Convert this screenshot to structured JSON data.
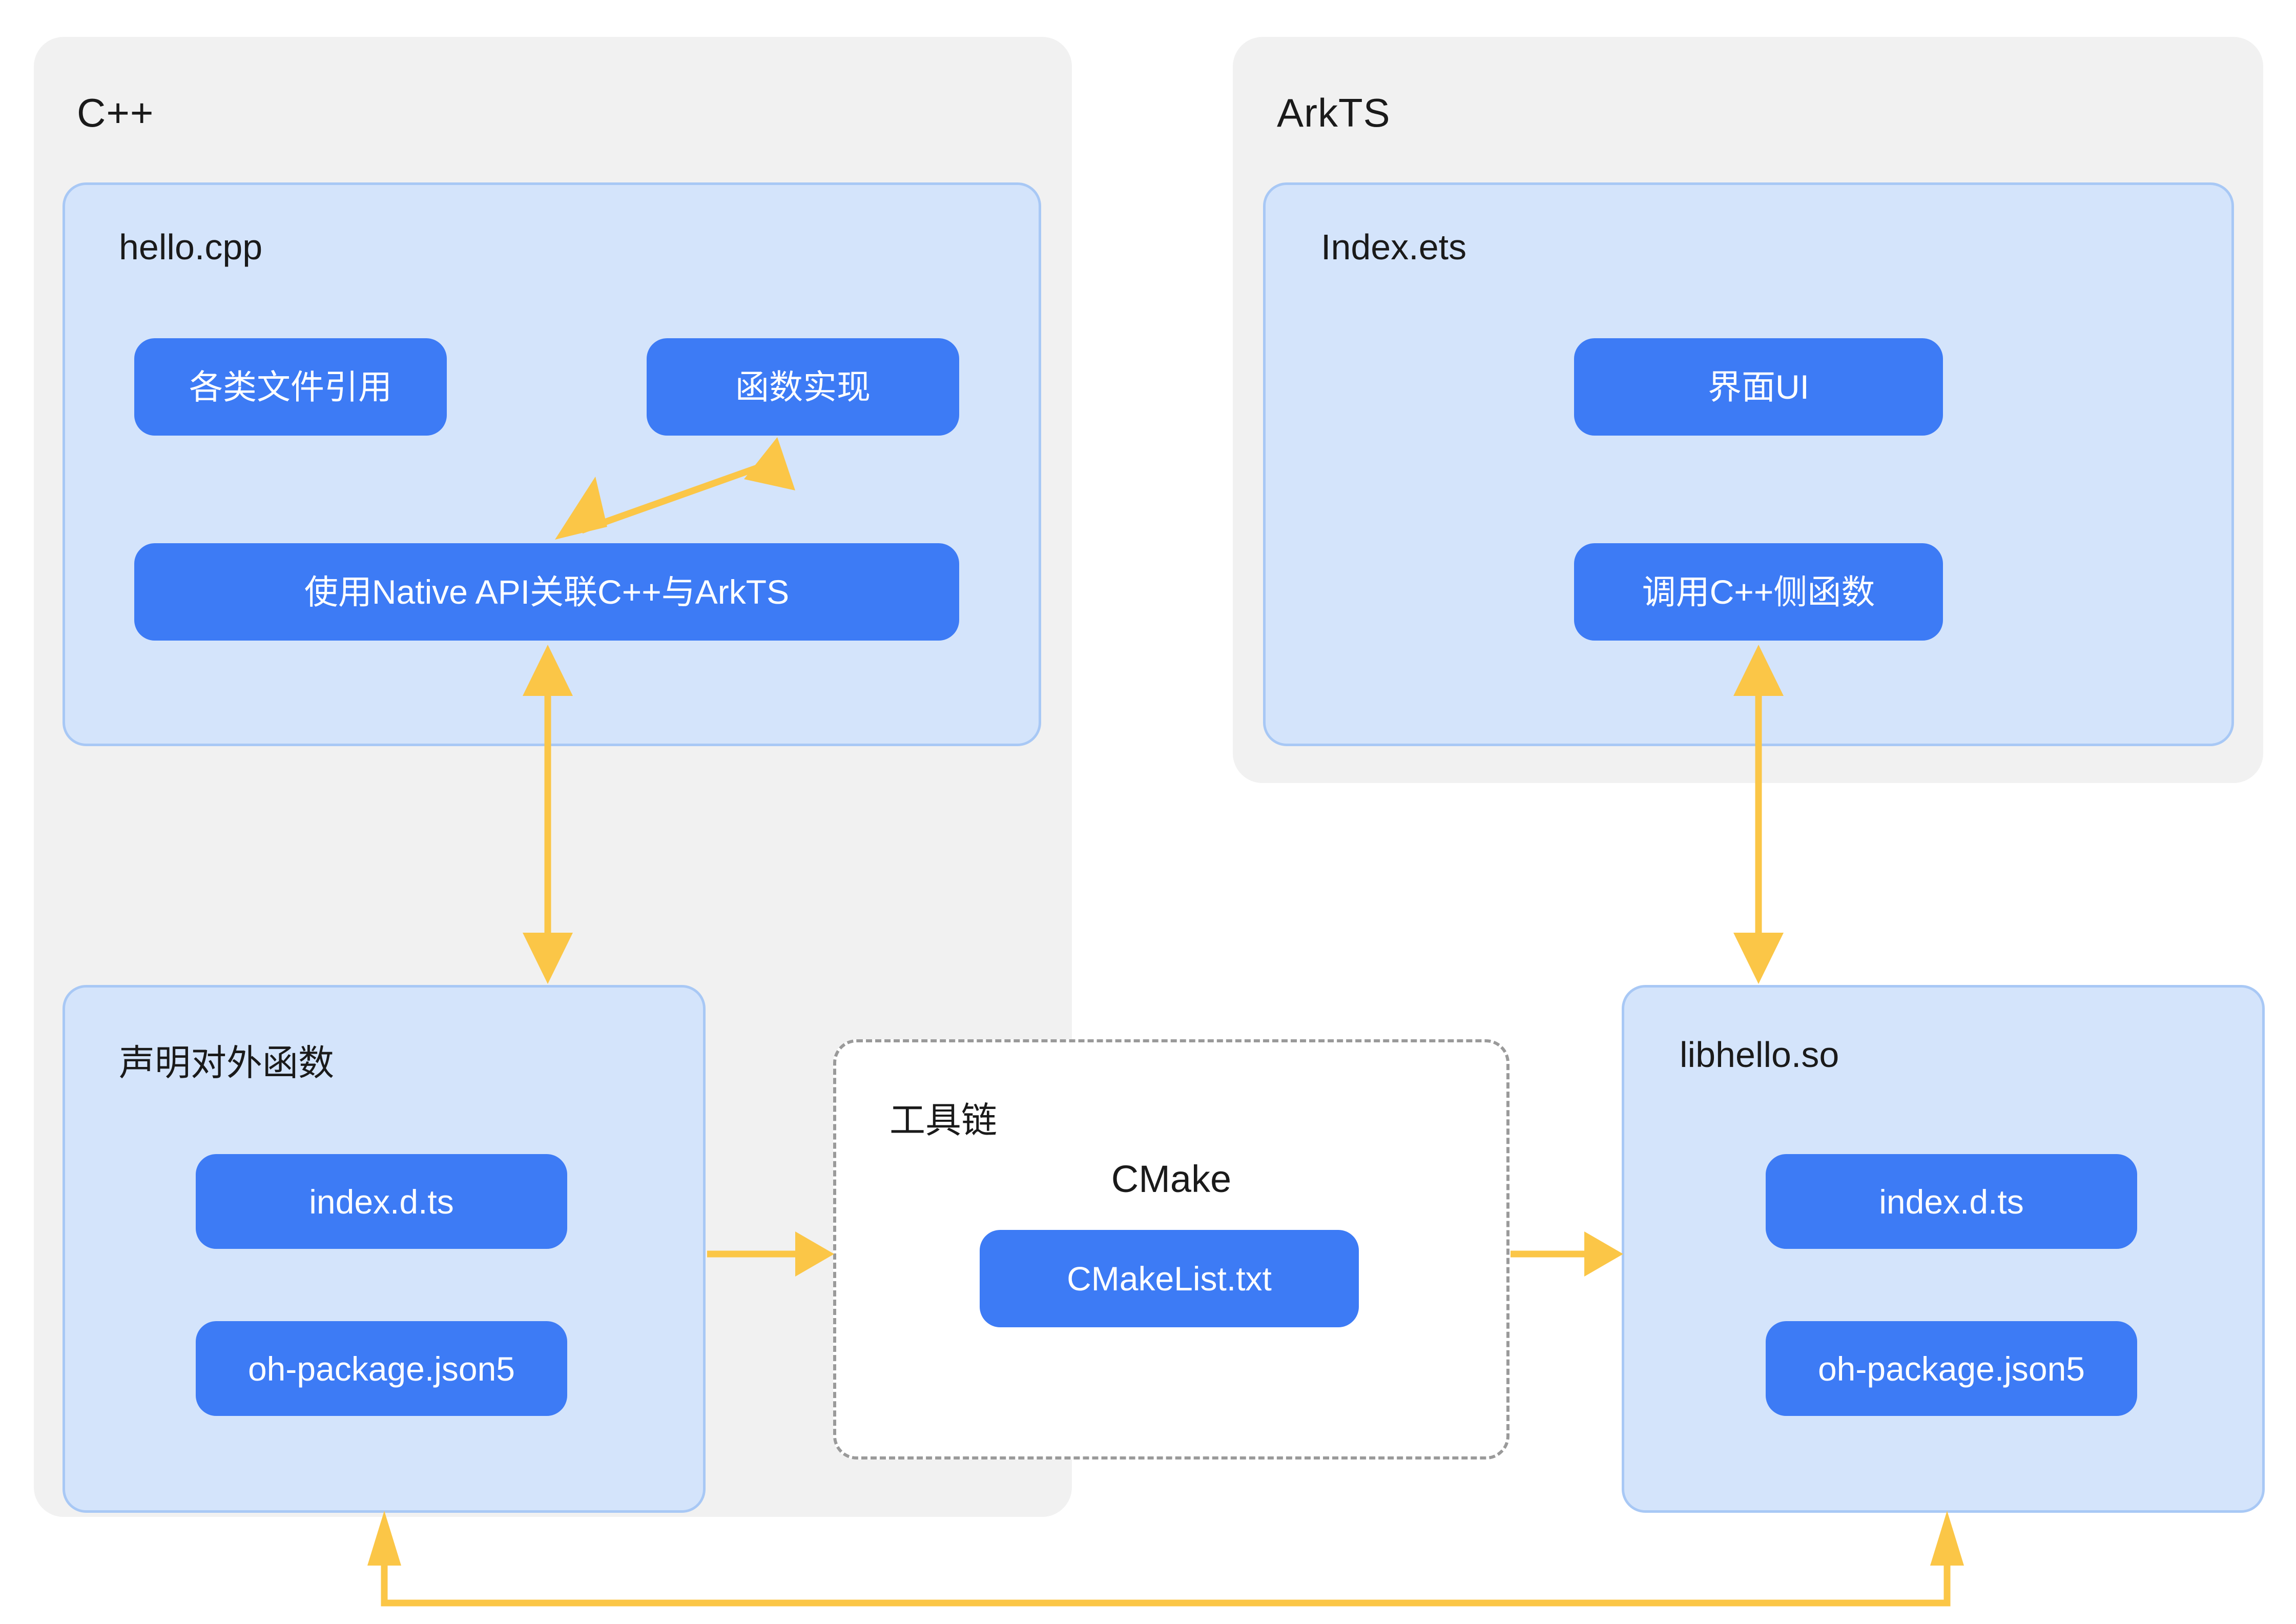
{
  "diagram": {
    "title": "HarmonyOS Native C++ and ArkTS interop architecture",
    "colors": {
      "group_panel_bg": "#f1f1f1",
      "file_panel_bg": "#d4e4fb",
      "file_panel_border": "#a8c8f5",
      "pill_bg": "#3d7bf5",
      "pill_text": "#ffffff",
      "arrow": "#fbc647",
      "dashed_border": "#9a9a9a",
      "text": "#1a1a1a",
      "canvas_bg": "#ffffff"
    }
  },
  "groups": {
    "cpp": {
      "title": "C++"
    },
    "arkts": {
      "title": "ArkTS"
    }
  },
  "panels": {
    "hello_cpp": {
      "title": "hello.cpp",
      "nodes": {
        "includes": "各类文件引用",
        "func_impl": "函数实现",
        "native_api": "使用Native API关联C++与ArkTS"
      }
    },
    "index_ets": {
      "title": "Index.ets",
      "nodes": {
        "ui": "界面UI",
        "call_cpp": "调用C++侧函数"
      }
    },
    "declare_exports": {
      "title": "声明对外函数",
      "nodes": {
        "index_dts": "index.d.ts",
        "oh_package": "oh-package.json5"
      }
    },
    "libhello_so": {
      "title": "libhello.so",
      "nodes": {
        "index_dts": "index.d.ts",
        "oh_package": "oh-package.json5"
      }
    },
    "toolchain": {
      "title": "工具链",
      "subtitle": "CMake",
      "nodes": {
        "cmakelist": "CMakeList.txt"
      }
    }
  },
  "arrows": [
    {
      "name": "funcimpl-napi",
      "style": "bidirectional",
      "orientation": "diagonal"
    },
    {
      "name": "napi-declare",
      "style": "bidirectional",
      "orientation": "vertical"
    },
    {
      "name": "callcpp-libhello",
      "style": "bidirectional",
      "orientation": "vertical"
    },
    {
      "name": "declare-toolchain",
      "style": "single",
      "orientation": "horizontal"
    },
    {
      "name": "toolchain-libhello",
      "style": "single",
      "orientation": "horizontal"
    },
    {
      "name": "libhello-declare-return",
      "style": "double-up",
      "orientation": "u-shape"
    }
  ]
}
